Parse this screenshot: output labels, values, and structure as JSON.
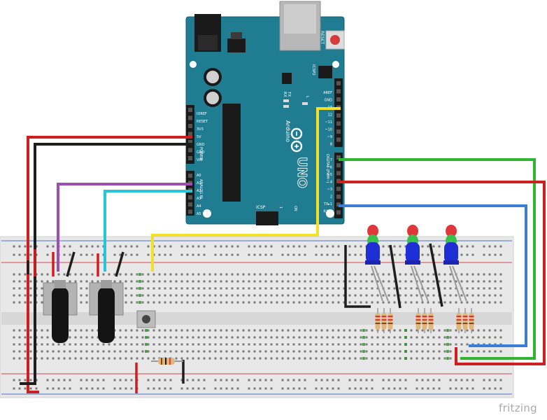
{
  "board": {
    "brand_name": "Arduino",
    "model": "UNO",
    "reset_label": "RESET",
    "icsp2_label": "ICSP2",
    "icsp_label": "ICSP",
    "on_label": "ON",
    "tx_label": "TX",
    "rx_label": "RX",
    "l_label": "L",
    "power_header_label": "POWER",
    "analog_header_label": "ANALOG IN",
    "digital_header_label": "DIGITAL (PWM~)",
    "power_pins": [
      "IOREF",
      "RESET",
      "3V3",
      "5V",
      "GND",
      "GND",
      "VIN"
    ],
    "analog_pins": [
      "A0",
      "A1",
      "A2",
      "A3",
      "A4",
      "A5"
    ],
    "digital_top_pins": [
      "AREF",
      "GND",
      "13",
      "12",
      "~11",
      "~10",
      "~9",
      "8"
    ],
    "digital_bottom_pins": [
      "7",
      "~6",
      "~5",
      "4",
      "~3",
      "2",
      "TX▸1",
      "RX◂0"
    ],
    "icsp_pin_label": "1"
  },
  "wire_colors": {
    "red": "#cc1f1f",
    "black": "#1e1e1e",
    "purple": "#9b4fb4",
    "cyan": "#26c6d4",
    "yellow": "#f1e12a",
    "green": "#2fb52f",
    "blue": "#3a7fd5"
  },
  "colors": {
    "board_teal": "#1f7c91",
    "breadboard": "#e6e6e6",
    "rail_red": "#d64545",
    "rail_blue": "#4a6fd1",
    "hole_green": "#2a8f2a"
  },
  "components": {
    "potentiometers": 2,
    "pushbuttons": 1,
    "rgb_leds": 3,
    "resistors": 10
  },
  "footer": {
    "watermark": "fritzing"
  }
}
